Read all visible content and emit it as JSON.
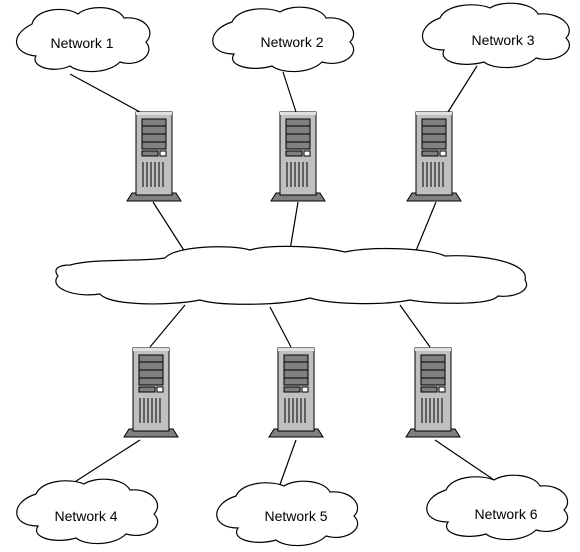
{
  "diagram": {
    "top_networks": [
      "Network 1",
      "Network 2",
      "Network 3"
    ],
    "bottom_networks": [
      "Network 4",
      "Network 5",
      "Network 6"
    ],
    "central_cloud_label": ""
  },
  "colors": {
    "background": "#ffffff",
    "stroke": "#000000",
    "server_body": "#c0c0c0",
    "server_shadow": "#808080",
    "server_dark": "#404040"
  }
}
